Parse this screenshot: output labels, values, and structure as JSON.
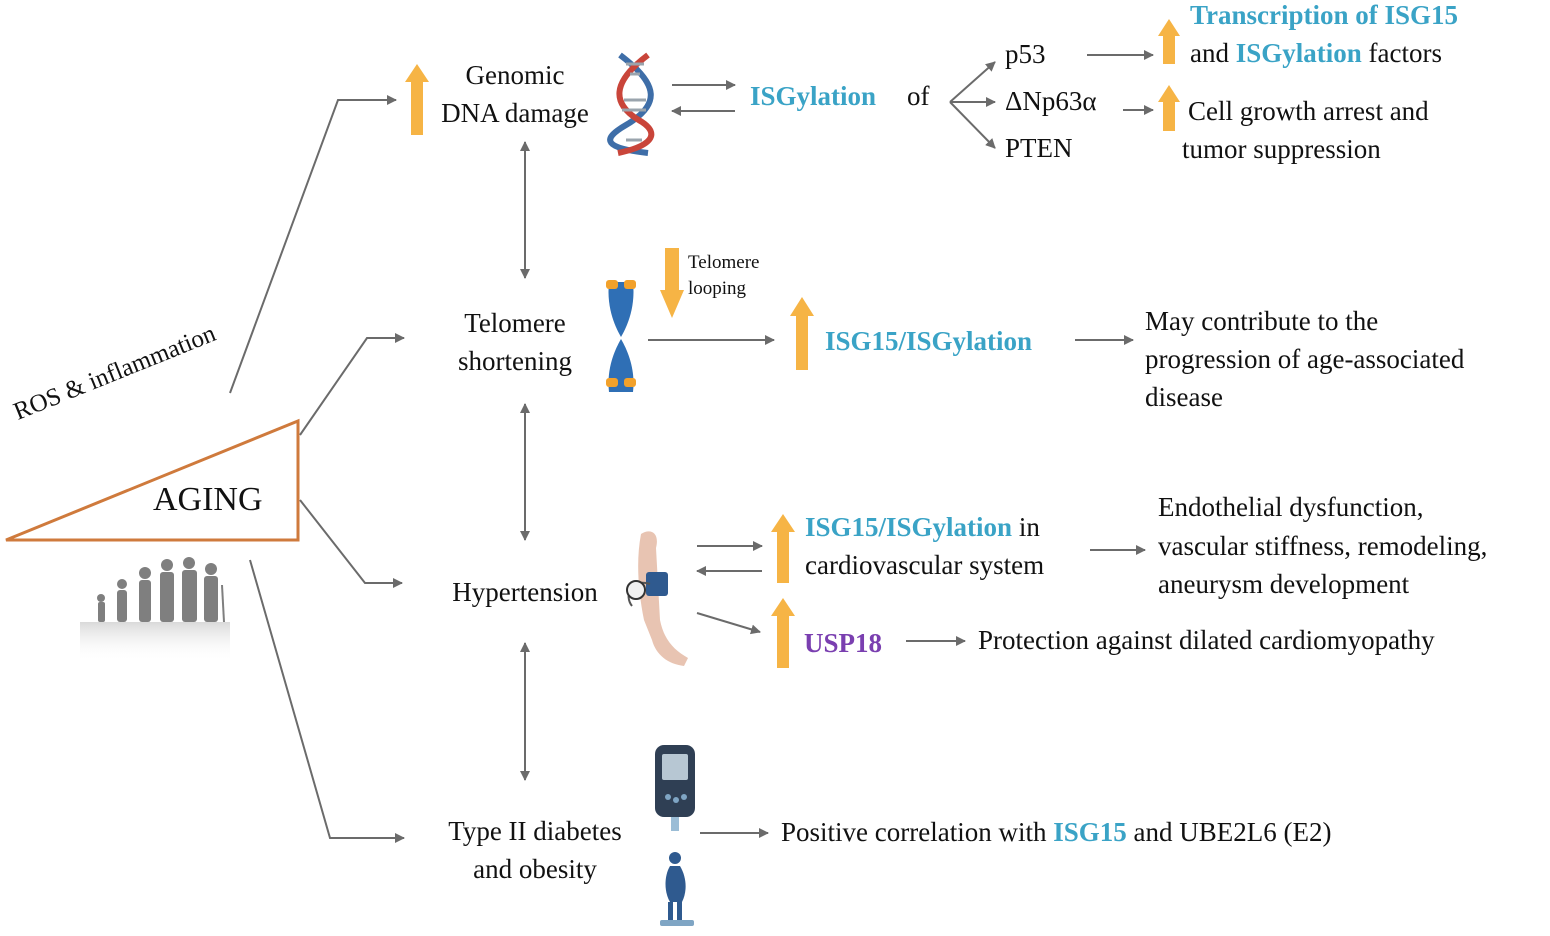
{
  "colors": {
    "isg": "#3aa3c6",
    "usp18": "#7a3fb0",
    "up_arrow": "#f6b445",
    "arrow": "#6b6b6b",
    "aging_triangle": "#cf7a3c"
  },
  "aging": {
    "ros_label": "ROS & inflammation",
    "title": "AGING",
    "people_icon": "aging-people-silhouette-icon"
  },
  "dna_damage": {
    "line1": "Genomic",
    "line2": "DNA damage",
    "icon": "dna-helix-icon",
    "isgylation": "ISGylation",
    "of": "of",
    "targets": [
      "p53",
      "ΔNp63α",
      "PTEN"
    ],
    "outcome1": {
      "line1": "Transcription of ISG15",
      "and": "and",
      "isgylation": "ISGylation",
      "factors": "factors"
    },
    "outcome2": {
      "line1": "Cell growth arrest and",
      "line2": "tumor suppression"
    }
  },
  "telomere": {
    "line1": "Telomere",
    "line2": "shortening",
    "icon": "chromosome-icon",
    "looping1": "Telomere",
    "looping2": "looping",
    "isg": "ISG15/ISGylation",
    "outcome": [
      "May contribute to the",
      "progression of age-associated",
      "disease"
    ]
  },
  "hypertension": {
    "label": "Hypertension",
    "icon": "blood-pressure-cuff-icon",
    "isg": "ISG15/ISGylation",
    "in": "in",
    "cardio": "cardiovascular system",
    "outcome": [
      "Endothelial dysfunction,",
      "vascular stiffness, remodeling,",
      "aneurysm development"
    ],
    "usp18": "USP18",
    "usp18_outcome": "Protection against dilated cardiomyopathy"
  },
  "diabetes": {
    "line1": "Type II diabetes",
    "line2": "and obesity",
    "meter_icon": "glucose-meter-icon",
    "person_icon": "obese-person-on-scale-icon",
    "outcome_pre": "Positive correlation with",
    "outcome_isg": "ISG15",
    "outcome_post": "and UBE2L6 (E2)"
  }
}
